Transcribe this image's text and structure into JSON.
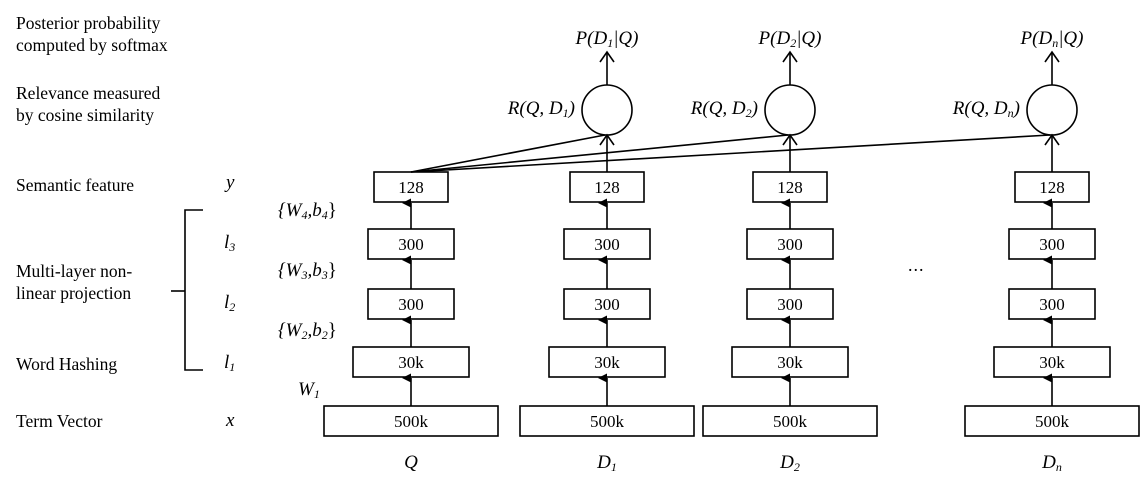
{
  "left_labels": {
    "posterior": [
      "Posterior probability",
      "computed by softmax"
    ],
    "relevance": [
      "Relevance measured",
      "by cosine similarity"
    ],
    "semantic_feature": "Semantic feature",
    "projection": [
      "Multi-layer non-",
      "linear projection"
    ],
    "word_hashing": "Word Hashing",
    "term_vector": "Term Vector"
  },
  "layer_symbols": {
    "y": "y",
    "l3": {
      "base": "l",
      "sub": "3"
    },
    "l2": {
      "base": "l",
      "sub": "2"
    },
    "l1": {
      "base": "l",
      "sub": "1"
    },
    "x": "x"
  },
  "weights": {
    "w4": {
      "open": "{W",
      "w_sub": "4",
      "mid": ",b",
      "b_sub": "4",
      "close": "}"
    },
    "w3": {
      "open": "{W",
      "w_sub": "3",
      "mid": ",b",
      "b_sub": "3",
      "close": "}"
    },
    "w2": {
      "open": "{W",
      "w_sub": "2",
      "mid": ",b",
      "b_sub": "2",
      "close": "}"
    },
    "w1": {
      "base": "W",
      "sub": "1"
    }
  },
  "layer_sizes": [
    "128",
    "300",
    "300",
    "30k",
    "500k"
  ],
  "columns": [
    {
      "id": "Q",
      "label": {
        "base": "Q",
        "sub": ""
      }
    },
    {
      "id": "D1",
      "label": {
        "base": "D",
        "sub": "1"
      },
      "relevance": {
        "pre": "R(Q, D",
        "sub": "1",
        "post": ")"
      },
      "posterior": {
        "pre": "P(D",
        "sub": "1",
        "post": "|Q)"
      }
    },
    {
      "id": "D2",
      "label": {
        "base": "D",
        "sub": "2"
      },
      "relevance": {
        "pre": "R(Q, D",
        "sub": "2",
        "post": ")"
      },
      "posterior": {
        "pre": "P(D",
        "sub": "2",
        "post": "|Q)"
      }
    },
    {
      "id": "Dn",
      "label": {
        "base": "D",
        "sub": "n"
      },
      "relevance": {
        "pre": "R(Q, D",
        "sub": "n",
        "post": ")"
      },
      "posterior": {
        "pre": "P(D",
        "sub": "n",
        "post": "|Q)"
      }
    }
  ],
  "ellipsis": "..."
}
